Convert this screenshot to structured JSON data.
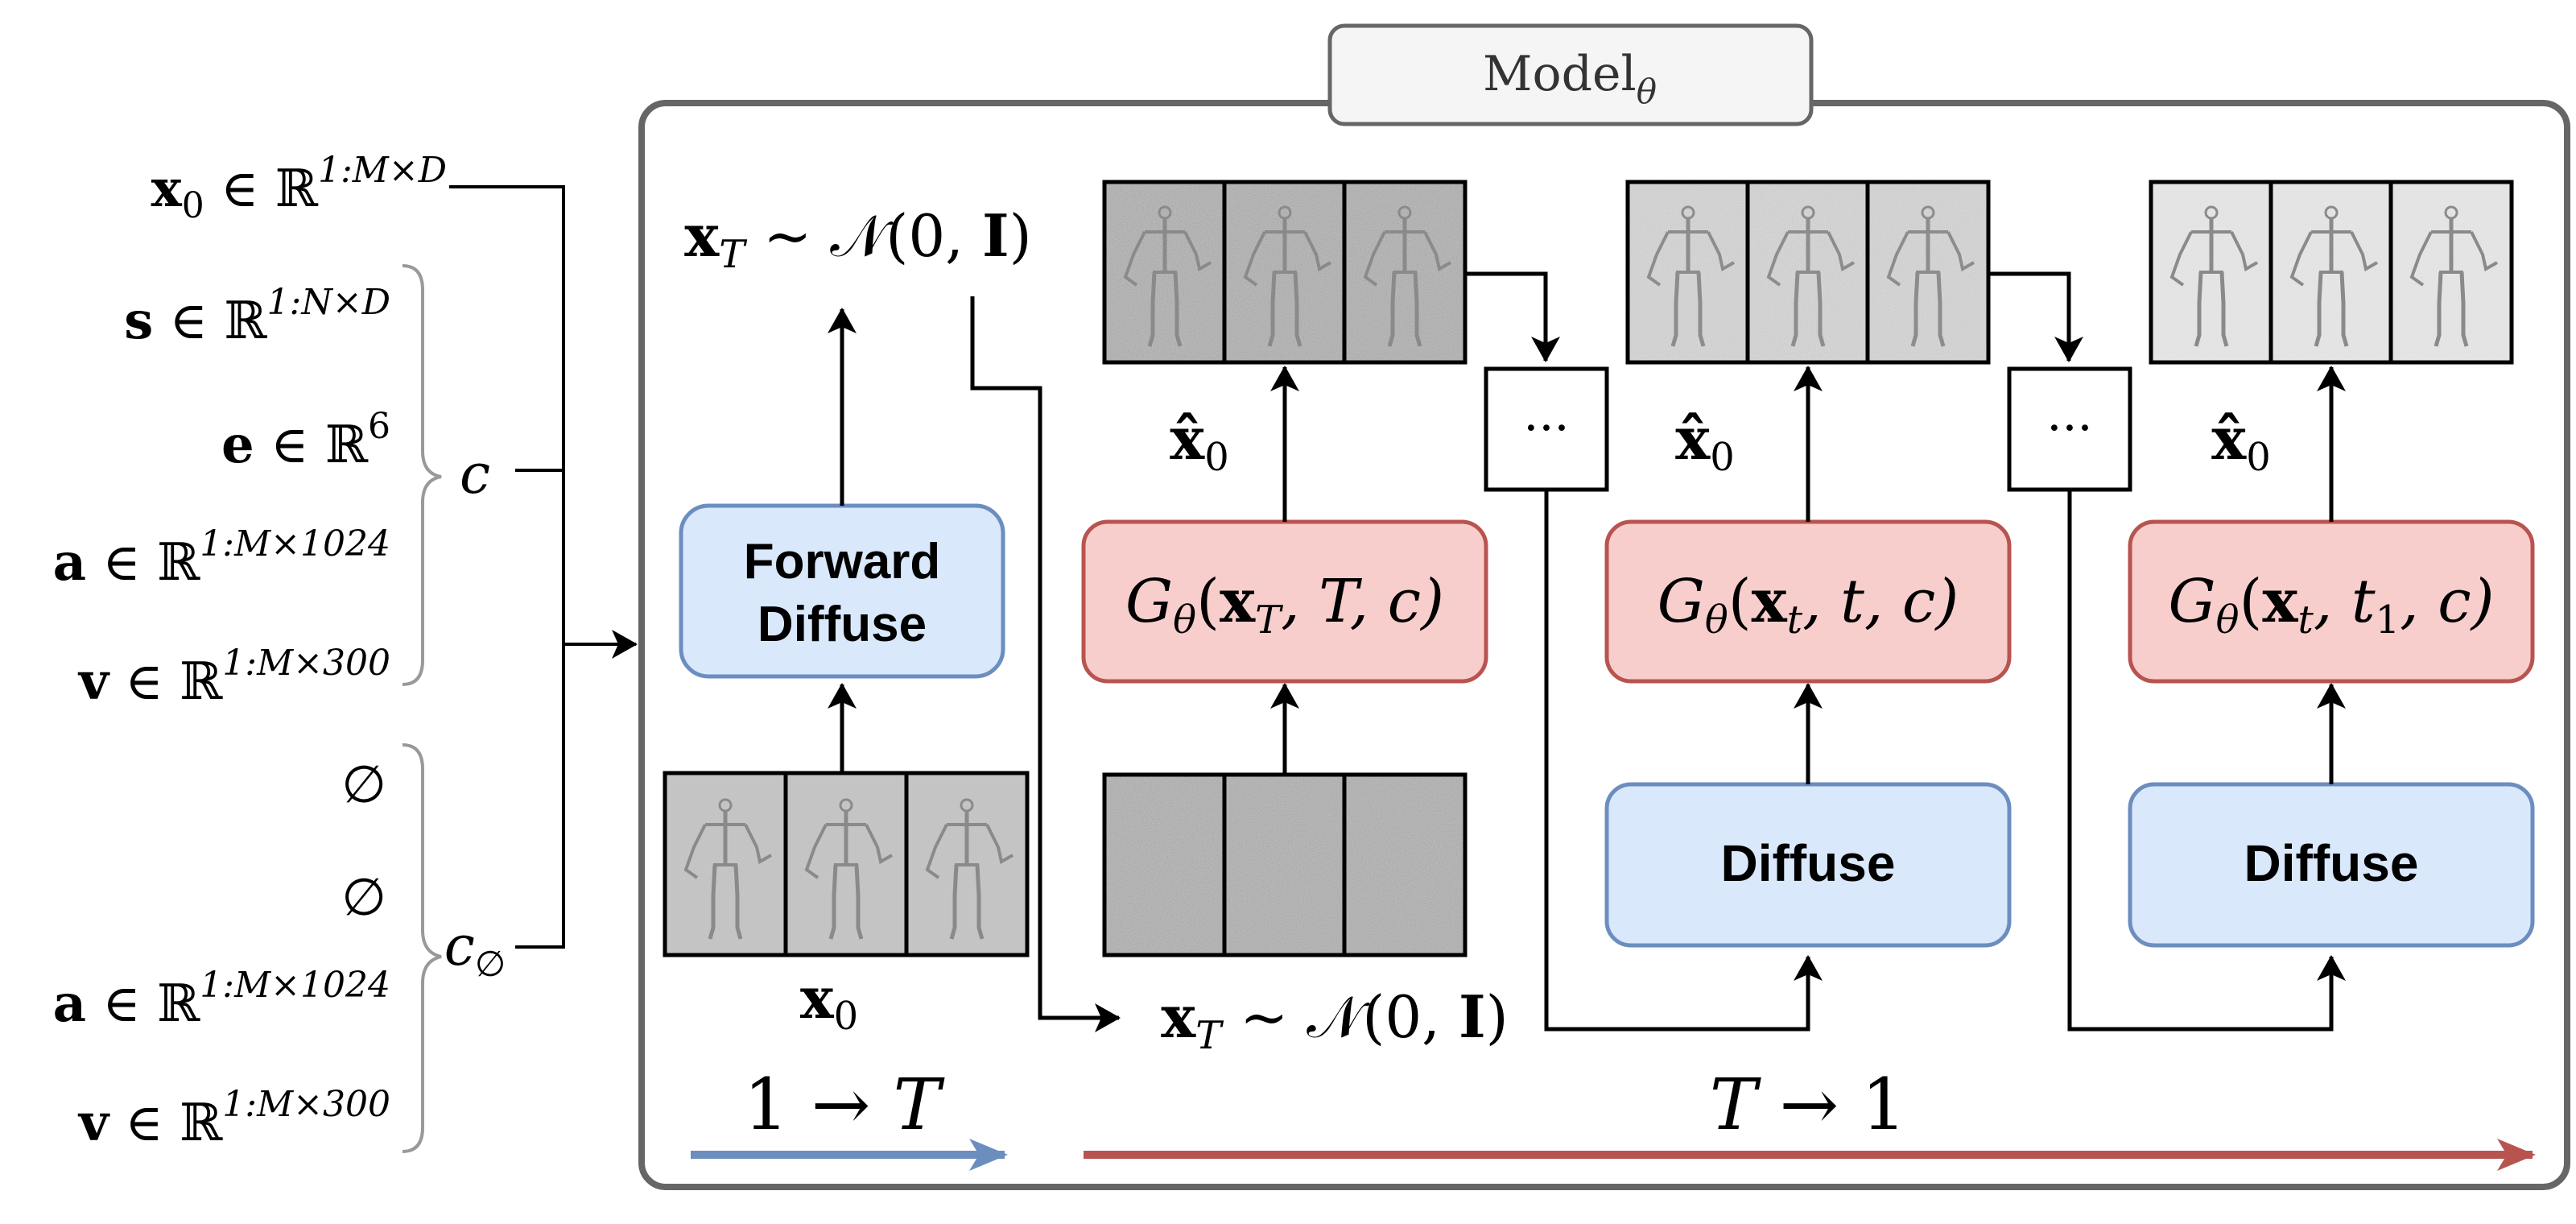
{
  "model_title": "Model",
  "model_title_sub": "θ",
  "inputs": {
    "x0": {
      "base": "x",
      "sub": "0",
      "rel": "∈",
      "set": "ℝ",
      "sup": "1:M×D"
    },
    "s": {
      "base": "s",
      "rel": "∈",
      "set": "ℝ",
      "sup": "1:N×D"
    },
    "e": {
      "base": "e",
      "rel": "∈",
      "set": "ℝ",
      "sup": "6"
    },
    "a": {
      "base": "a",
      "rel": "∈",
      "set": "ℝ",
      "sup": "1:M×1024"
    },
    "v": {
      "base": "v",
      "rel": "∈",
      "set": "ℝ",
      "sup": "1:M×300"
    },
    "null1": "∅",
    "null2": "∅",
    "a2": {
      "base": "a",
      "rel": "∈",
      "set": "ℝ",
      "sup": "1:M×1024"
    },
    "v2": {
      "base": "v",
      "rel": "∈",
      "set": "ℝ",
      "sup": "1:M×300"
    }
  },
  "conditions": {
    "c": "c",
    "c_null": {
      "base": "c",
      "sub": "∅"
    }
  },
  "forward": {
    "top_label": {
      "base": "x",
      "sub": "T",
      "rest": " ∼ 𝒩(0, ",
      "bold": "I",
      "close": ")"
    },
    "box_line1": "Forward",
    "box_line2": "Diffuse",
    "bottom_label": {
      "base": "x",
      "sub": "0"
    },
    "direction": {
      "from": "1",
      "arrow": "→",
      "to": "T"
    }
  },
  "reverse": {
    "noise_label": {
      "base": "x",
      "sub": "T",
      "rest": " ∼ 𝒩(0, ",
      "bold": "I",
      "close": ")"
    },
    "xhat": {
      "base": "x̂",
      "sub": "0"
    },
    "g1": {
      "G": "G",
      "theta": "θ",
      "args_bold": "x",
      "args_sub": "T",
      "rest": ", T, c)"
    },
    "g2": {
      "G": "G",
      "theta": "θ",
      "args_bold": "x",
      "args_sub": "t",
      "rest": ", t, c)"
    },
    "g3": {
      "G": "G",
      "theta": "θ",
      "args_bold": "x",
      "args_sub": "t",
      "rest": ", t",
      "rest_sub": "1",
      "rest_end": ", c)"
    },
    "diffuse_label": "Diffuse",
    "ellipsis": "···",
    "direction": {
      "from": "T",
      "arrow": "→",
      "to": "1"
    }
  },
  "colors": {
    "blue_fill": "#dae8fc",
    "blue_stroke": "#6c8ebf",
    "red_fill": "#f8cecc",
    "red_stroke": "#b85450",
    "blue_arrow": "#6c8ebf",
    "red_arrow": "#b85450",
    "frame": "#666666",
    "brace": "#999999"
  }
}
